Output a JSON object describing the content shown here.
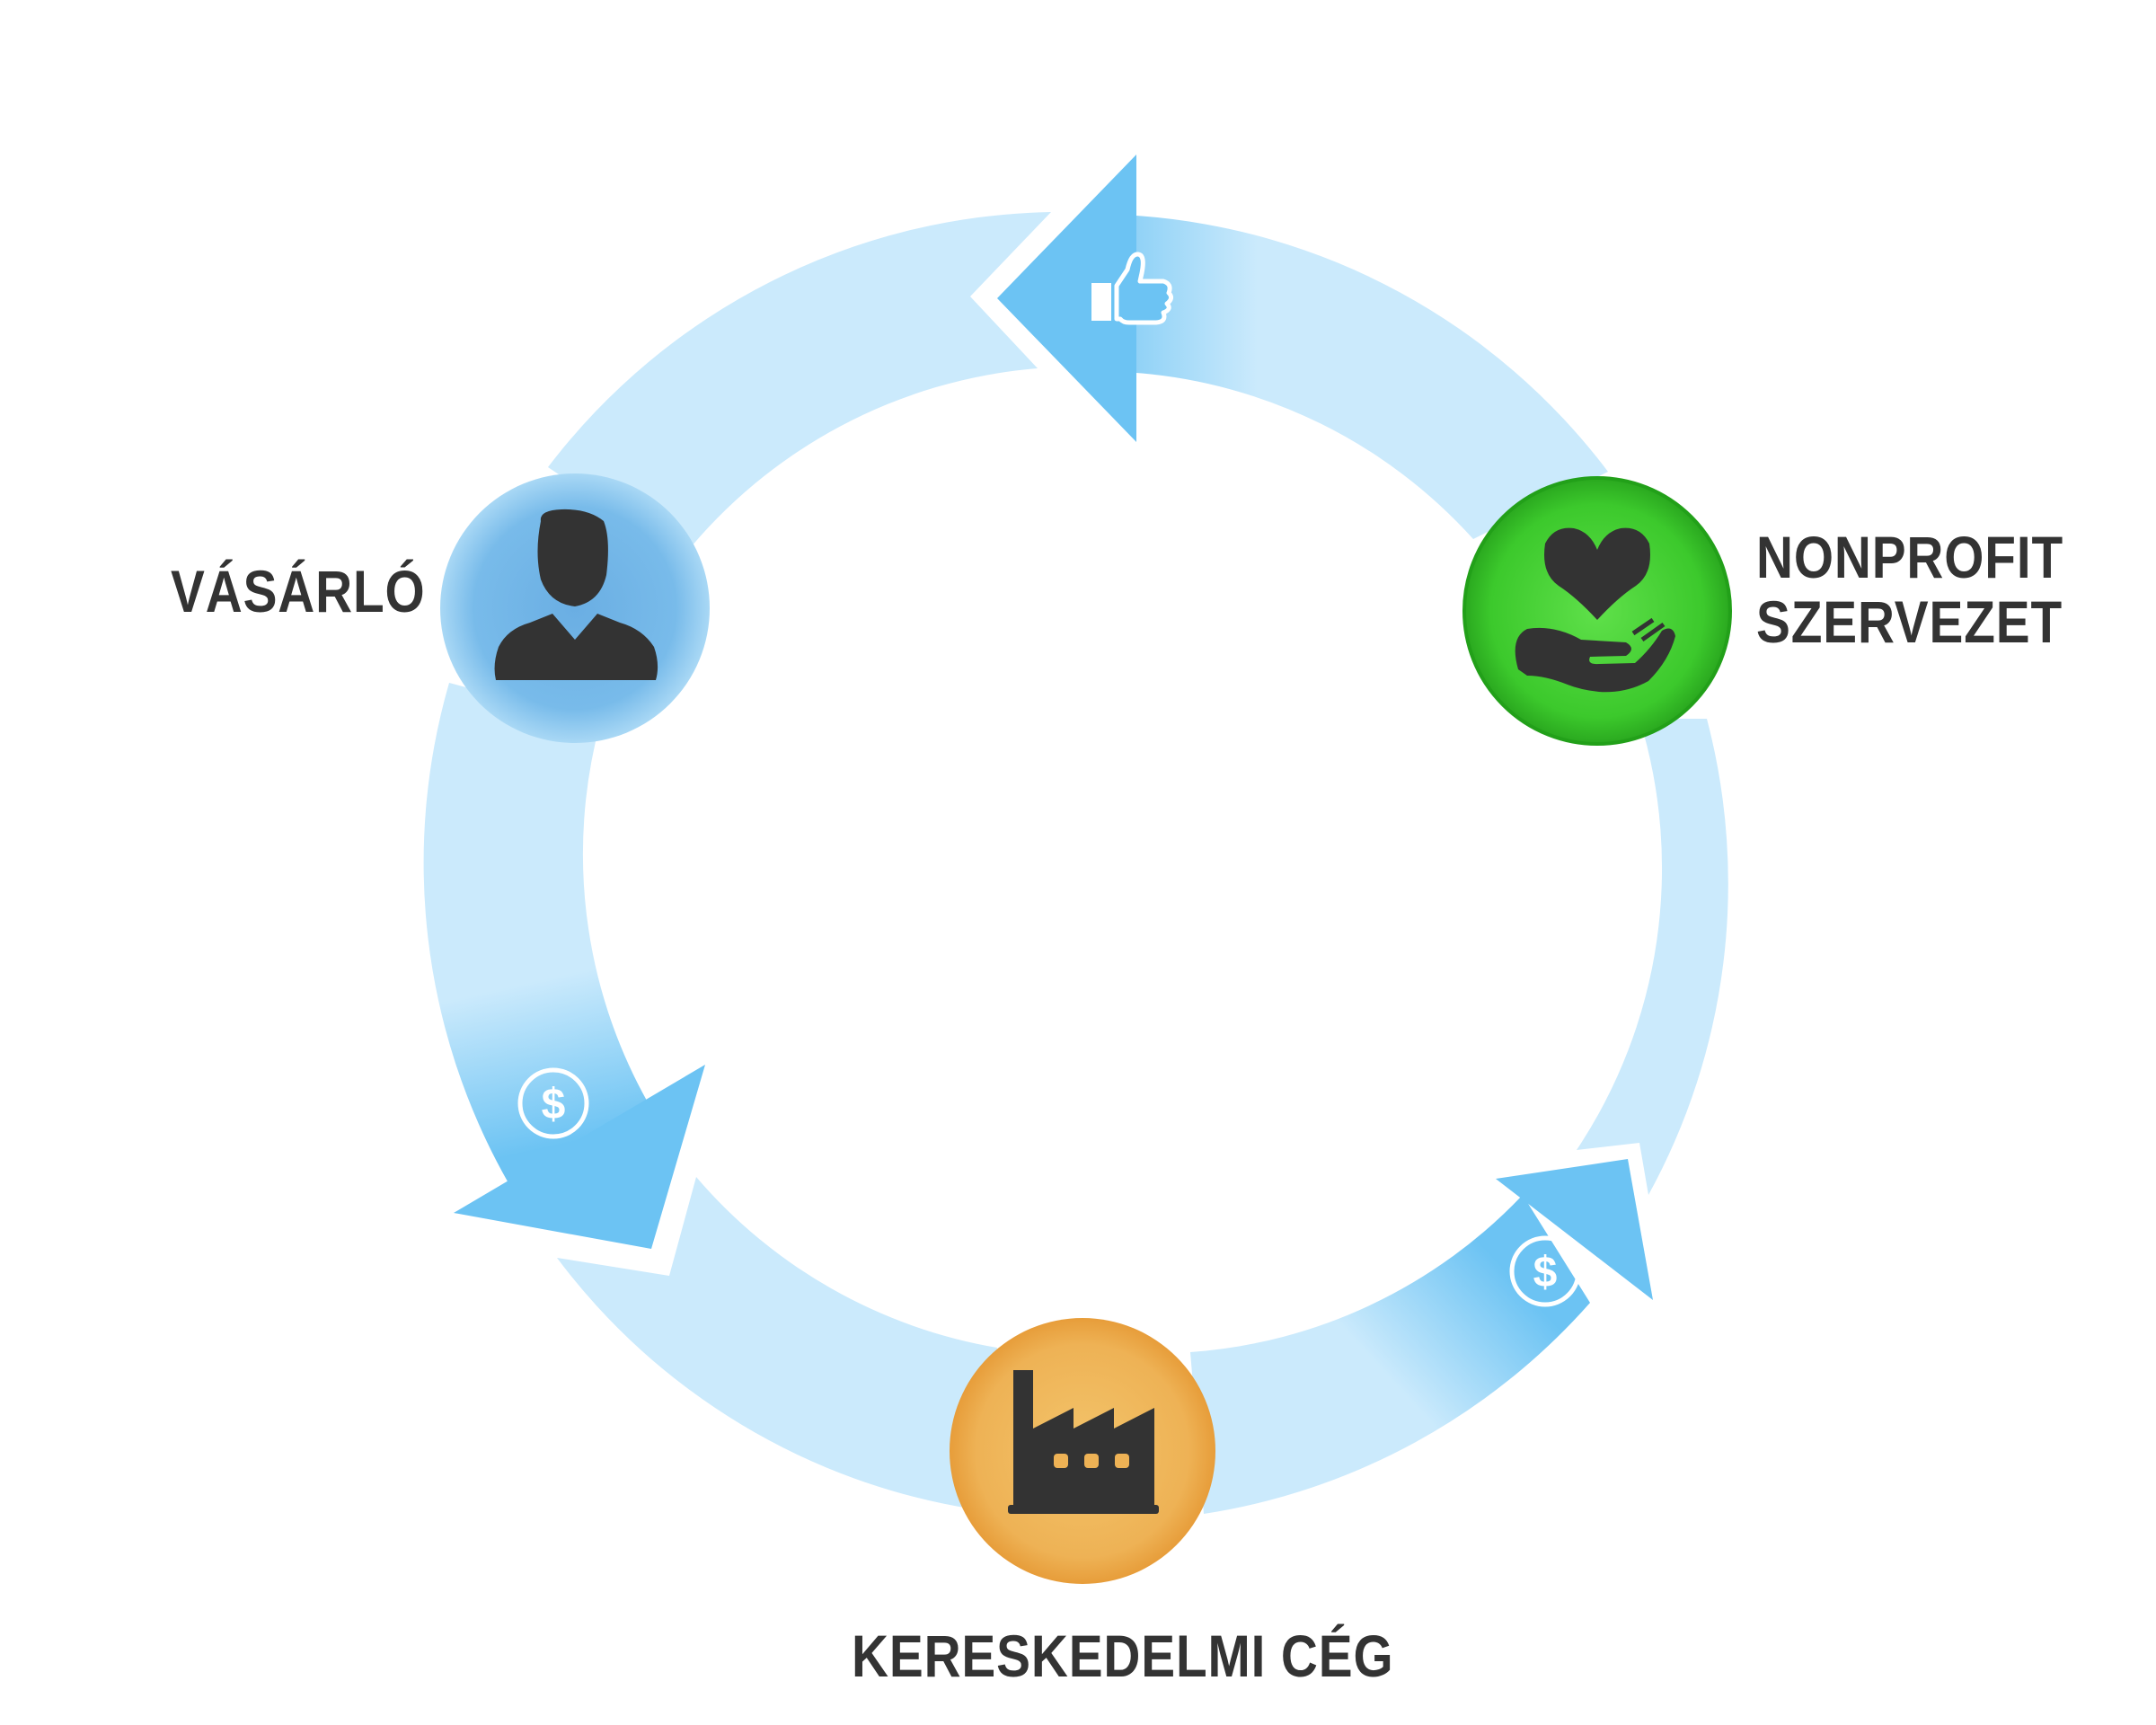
{
  "nodes": {
    "buyer": {
      "label": "VÁSÁRLÓ",
      "icon": "person-icon",
      "color": "#6cb8e8"
    },
    "nonprofit": {
      "label_line1": "NONPROFIT",
      "label_line2": "SZERVEZET",
      "icon": "heart-hand-icon",
      "color": "#3ccf2e"
    },
    "company": {
      "label": "KERESKEDELMI CÉG",
      "icon": "factory-icon",
      "color": "#eeaa44"
    }
  },
  "arrows": [
    {
      "from": "nonprofit",
      "to": "buyer",
      "icon": "thumbs-up-icon"
    },
    {
      "from": "buyer",
      "to": "company",
      "icon": "dollar-icon"
    },
    {
      "from": "company",
      "to": "nonprofit",
      "icon": "dollar-icon"
    }
  ],
  "colors": {
    "ring_light": "#cbeafc",
    "arrow_strong": "#6cc3f3",
    "label_text": "#333333",
    "icon_dark": "#333333"
  }
}
